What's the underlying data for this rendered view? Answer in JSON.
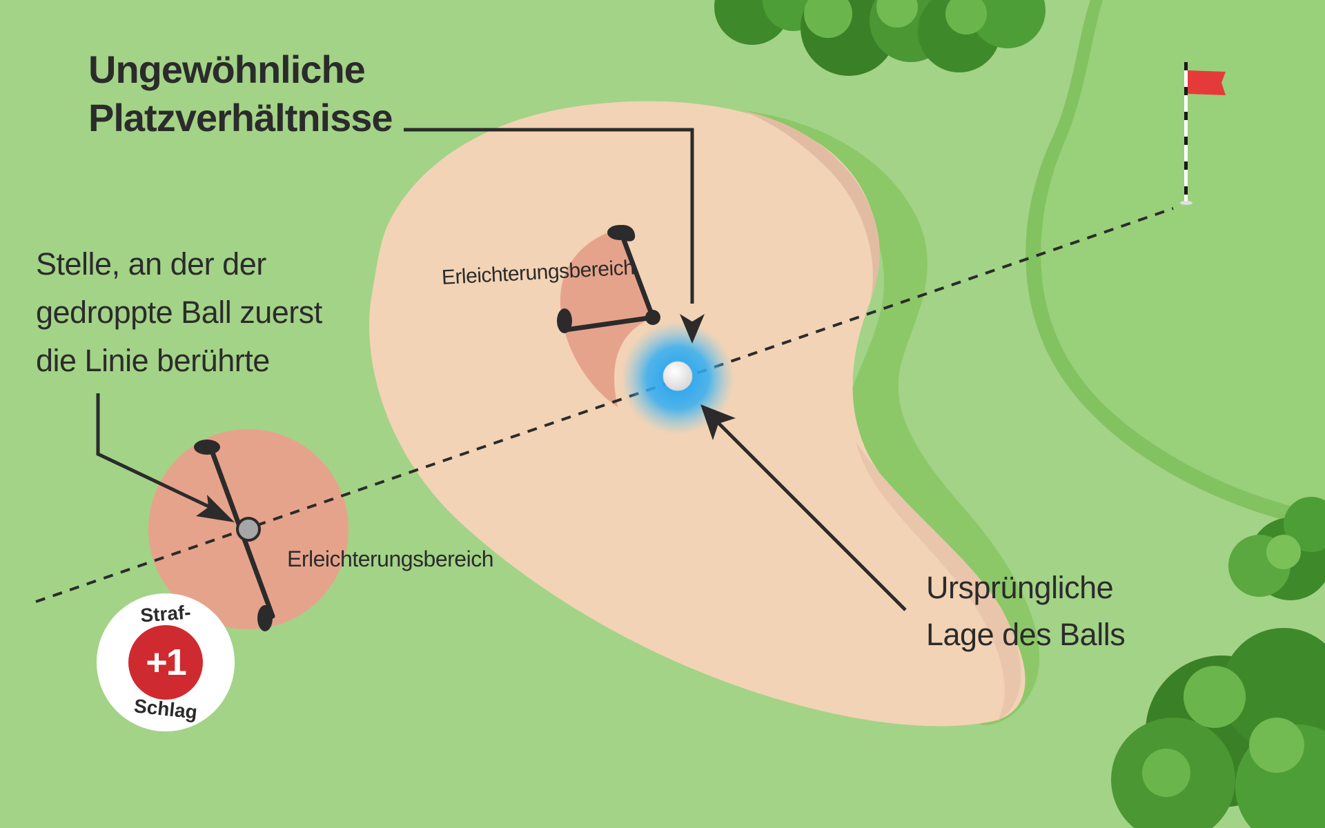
{
  "title": {
    "line1": "Ungewöhnliche",
    "line2": "Platzverhältnisse"
  },
  "drop_point_note": {
    "line1": "Stelle, an der der",
    "line2": "gedroppte Ball zuerst",
    "line3": "die Linie berührte"
  },
  "original_position_note": {
    "line1": "Ursprüngliche",
    "line2": "Lage des Balls"
  },
  "relief_area_labels": {
    "bunker": "Erleichterungsbereich",
    "outside": "Erleichterungsbereich"
  },
  "penalty_badge": {
    "top_text": "Straf-",
    "value": "+1",
    "bottom_text": "Schlag"
  },
  "colors": {
    "fairway": "#a3d387",
    "green": "#8fcb6c",
    "sand": "#f2d3b5",
    "relief_area": "#e6a38b",
    "flag": "#e53a3a",
    "ball_glow": "#2aa7f0",
    "penalty_red": "#cf2a2f"
  }
}
